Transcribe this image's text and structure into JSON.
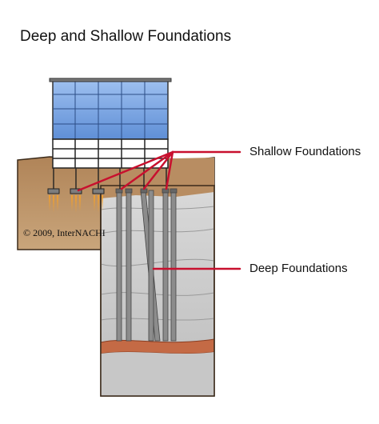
{
  "title": "Deep and Shallow Foundations",
  "labels": {
    "shallow": "Shallow Foundations",
    "deep": "Deep Foundations"
  },
  "copyright": "© 2009, InterNACHI",
  "colors": {
    "glass": "#7fa6e0",
    "topsoil": "#b48a5e",
    "deep_soil": "#cfcfcf",
    "bearing_layer": "#c46a45",
    "leader": "#c8102e",
    "pile": "#8a8a8a"
  }
}
